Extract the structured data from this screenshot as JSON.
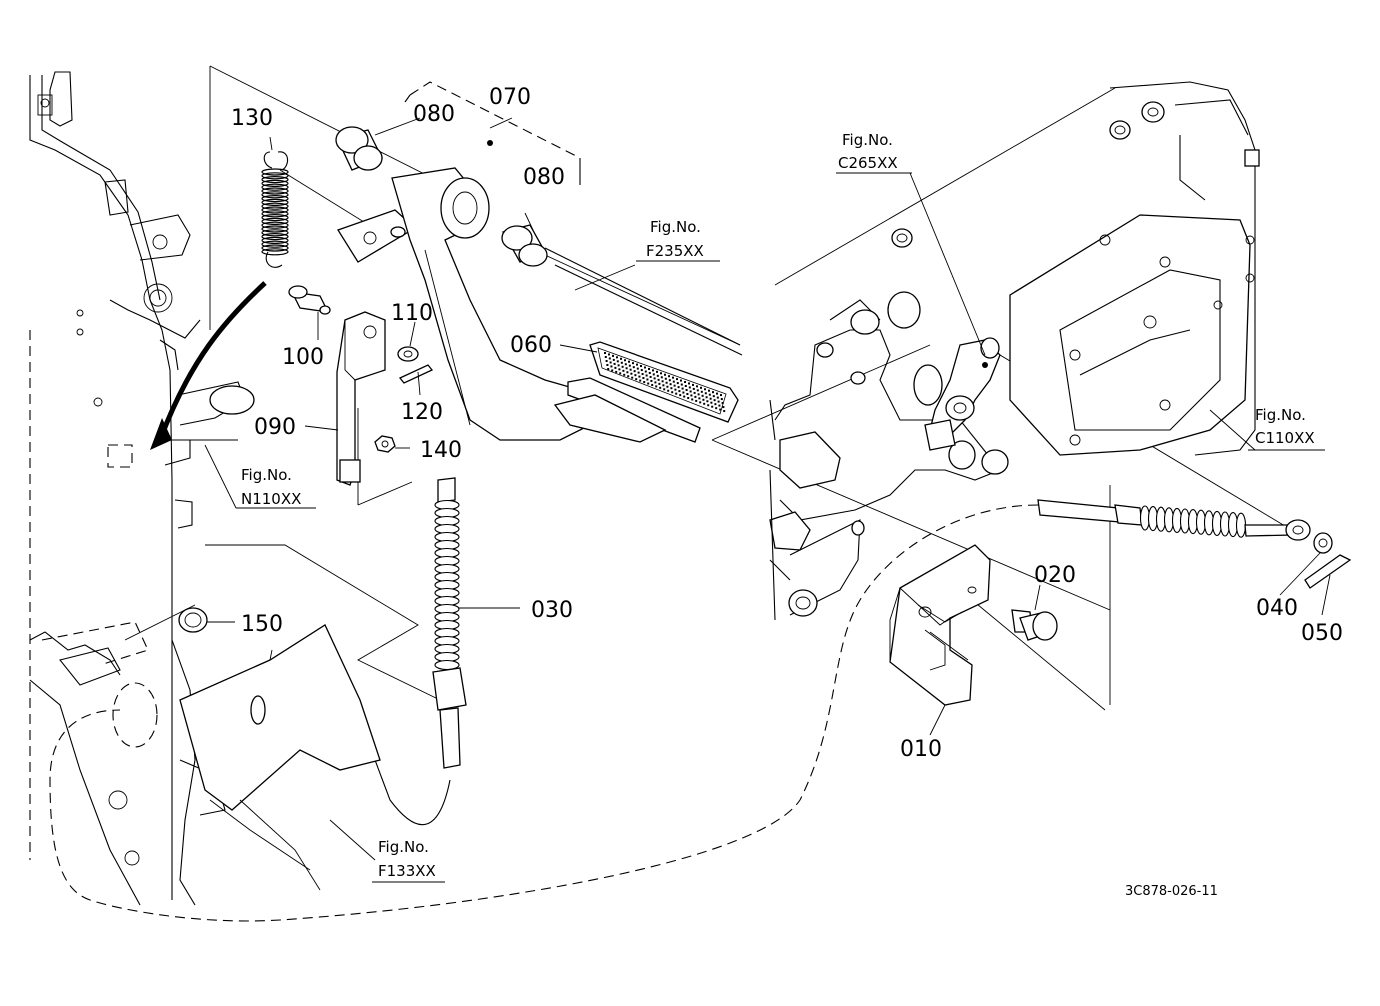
{
  "diagram": {
    "part_labels": {
      "p010": "010",
      "p020": "020",
      "p030": "030",
      "p040": "040",
      "p050": "050",
      "p060": "060",
      "p070": "070",
      "p080a": "080",
      "p080b": "080",
      "p090": "090",
      "p100": "100",
      "p110": "110",
      "p120": "120",
      "p130": "130",
      "p140": "140",
      "p150": "150"
    },
    "figure_refs": {
      "c265": {
        "label": "Fig.No.",
        "code": "C265XX"
      },
      "f235": {
        "label": "Fig.No.",
        "code": "F235XX"
      },
      "c110": {
        "label": "Fig.No.",
        "code": "C110XX"
      },
      "n110": {
        "label": "Fig.No.",
        "code": "N110XX"
      },
      "f133": {
        "label": "Fig.No.",
        "code": "F133XX"
      }
    },
    "drawing_code": "3C878-026-11"
  }
}
